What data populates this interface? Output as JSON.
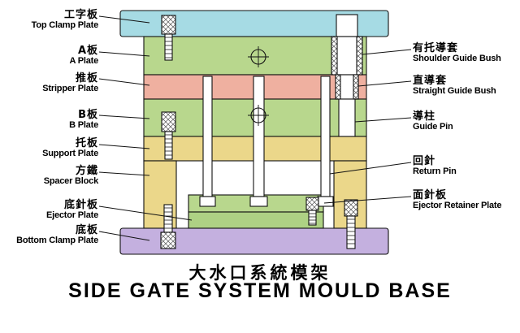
{
  "title": {
    "zh": "大水口系統模架",
    "en": "SIDE GATE SYSTEM MOULD BASE"
  },
  "left_labels": [
    {
      "zh": "工字板",
      "en": "Top Clamp Plate"
    },
    {
      "zh": "A板",
      "en": "A Plate"
    },
    {
      "zh": "推板",
      "en": "Stripper Plate"
    },
    {
      "zh": "B板",
      "en": "B Plate"
    },
    {
      "zh": "托板",
      "en": "Support Plate"
    },
    {
      "zh": "方鐵",
      "en": "Spacer Block"
    },
    {
      "zh": "底針板",
      "en": "Ejector Plate"
    },
    {
      "zh": "底板",
      "en": "Bottom Clamp Plate"
    }
  ],
  "right_labels": [
    {
      "zh": "有托導套",
      "en": "Shoulder Guide Bush"
    },
    {
      "zh": "直導套",
      "en": "Straight Guide Bush"
    },
    {
      "zh": "導柱",
      "en": "Guide Pin"
    },
    {
      "zh": "回針",
      "en": "Return Pin"
    },
    {
      "zh": "面針板",
      "en": "Ejector Retainer Plate"
    }
  ],
  "colors": {
    "top_clamp_plate": "#a6dbe4",
    "a_plate": "#b8d78d",
    "stripper_plate": "#efb0a0",
    "b_plate": "#b8d78d",
    "support_plate": "#ebd78a",
    "spacer_block": "#ebd78a",
    "ejector_retainer_plate": "#b8d78d",
    "ejector_plate": "#aed184",
    "bottom_clamp_plate": "#c4b0df",
    "outline": "#111111",
    "pin_fill": "#ffffff",
    "background": "#ffffff"
  }
}
